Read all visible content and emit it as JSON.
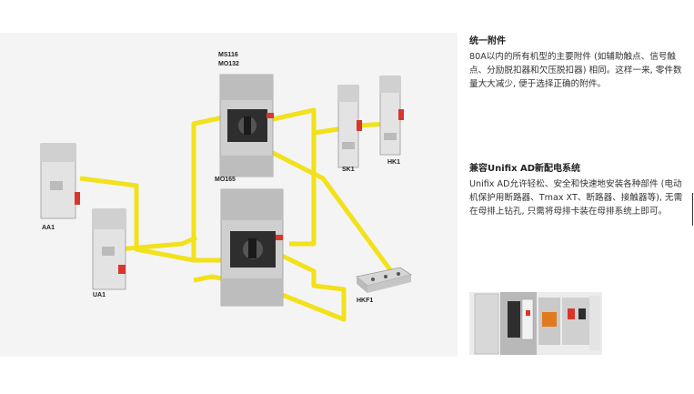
{
  "diagram": {
    "labels": {
      "ms116": "MS116",
      "mo132": "MO132",
      "mo165": "MO165",
      "sk1": "SK1",
      "hk1": "HK1",
      "aa1": "AA1",
      "ua1": "UA1",
      "hkf1": "HKF1"
    }
  },
  "section1": {
    "title": "统一附件",
    "body": "80A以内的所有机型的主要附件 (如辅助触点、信号触点、分励脱扣器和欠压脱扣器) 相同。这样一来, 零件数量大大减少, 便于选择正确的附件。"
  },
  "section2": {
    "title": "兼容Unifix AD新配电系统",
    "body": "Unifix AD允许轻松、安全和快速地安装各种部件 (电动机保护用断路器、Tmax XT、断路器、接触器等), 无需在母排上钻孔, 只需将母排卡装在母排系统上即可。"
  },
  "colors": {
    "connector": "#f2e11b",
    "accent_red": "#d9362b",
    "device_gray": "#c8c8c8"
  }
}
